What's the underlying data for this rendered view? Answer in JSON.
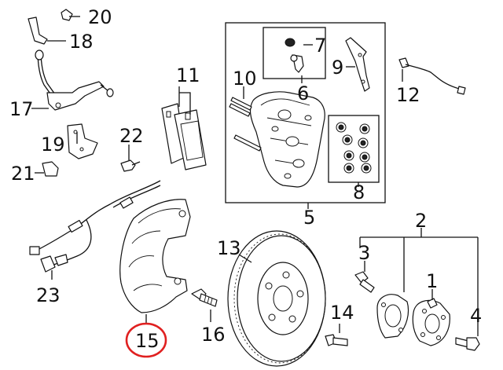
{
  "callouts": {
    "p1": "1",
    "p2": "2",
    "p3": "3",
    "p4": "4",
    "p5": "5",
    "p6": "6",
    "p7": "7",
    "p8": "8",
    "p9": "9",
    "p10": "10",
    "p11": "11",
    "p12": "12",
    "p13": "13",
    "p14": "14",
    "p15": "15",
    "p16": "16",
    "p17": "17",
    "p18": "18",
    "p19": "19",
    "p20": "20",
    "p21": "21",
    "p22": "22",
    "p23": "23"
  },
  "highlight": {
    "callout": "15",
    "color": "#e02020"
  },
  "colors": {
    "line": "#111111",
    "background": "#ffffff"
  }
}
